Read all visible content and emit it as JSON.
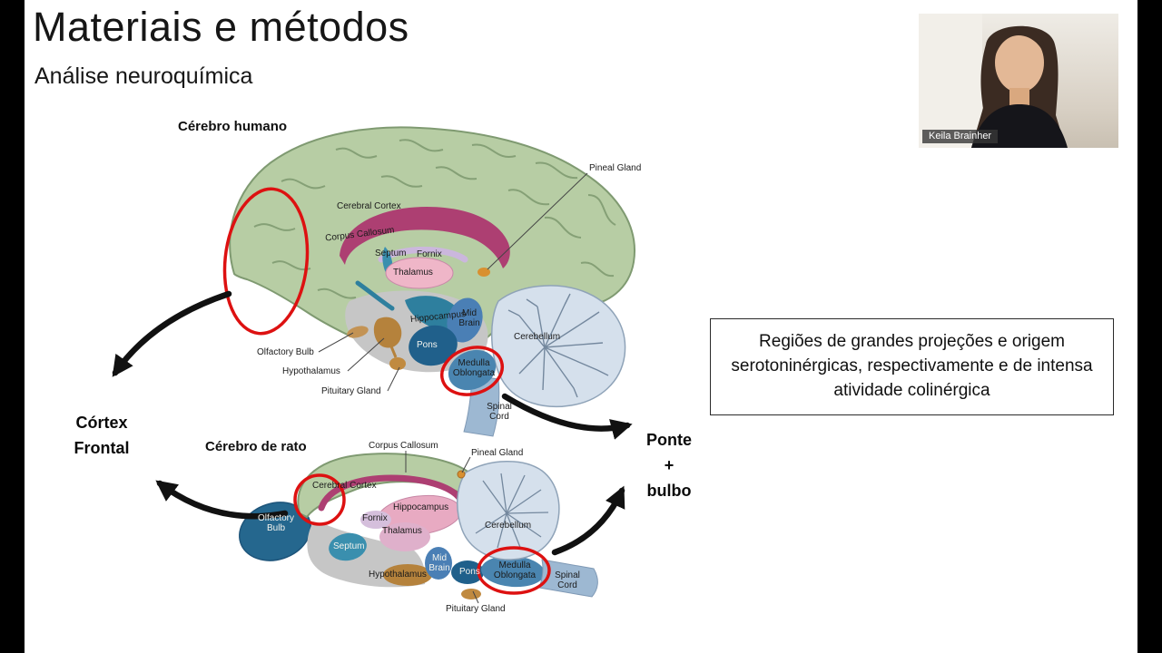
{
  "slide": {
    "title": "Materiais e métodos",
    "subtitle": "Análise neuroquímica"
  },
  "human_brain": {
    "heading": "Cérebro humano",
    "labels": {
      "cerebral_cortex": "Cerebral Cortex",
      "corpus_callosum": "Corpus Callosum",
      "septum": "Septum",
      "fornix": "Fornix",
      "thalamus": "Thalamus",
      "hippocampus": "Hippocampus",
      "mid_brain": "Mid Brain",
      "pons": "Pons",
      "medulla_oblongata": "Medulla Oblongata",
      "cerebellum": "Cerebellum",
      "spinal_cord": "Spinal Cord",
      "olfactory_bulb": "Olfactory Bulb",
      "hypothalamus": "Hypothalamus",
      "pituitary_gland": "Pituitary Gland",
      "pineal_gland": "Pineal Gland"
    }
  },
  "rat_brain": {
    "heading": "Cérebro de rato",
    "labels": {
      "corpus_callosum": "Corpus Callosum",
      "pineal_gland": "Pineal Gland",
      "cerebral_cortex": "Cerebral Cortex",
      "hippocampus": "Hippocampus",
      "fornix": "Fornix",
      "thalamus": "Thalamus",
      "septum": "Septum",
      "olfactory_bulb": "Olfactory Bulb",
      "hypothalamus": "Hypothalamus",
      "mid_brain": "Mid Brain",
      "pons": "Pons",
      "medulla_oblongata": "Medulla Oblongata",
      "cerebellum": "Cerebellum",
      "spinal_cord": "Spinal Cord",
      "pituitary_gland": "Pituitary Gland"
    }
  },
  "callouts": {
    "left_line1": "Córtex",
    "left_line2": "Frontal",
    "right_line1": "Ponte",
    "right_line2": "+",
    "right_line3": "bulbo",
    "note": "Regiões de grandes projeções e origem serotoninérgicas, respectivamente e de intensa atividade colinérgica"
  },
  "webcam": {
    "name_tag": "Keila Brainher"
  },
  "colors": {
    "accent_red": "#dd1111",
    "arrow_black": "#111111",
    "cortex_green": "#b7cda4",
    "corpus_callosum_magenta": "#ad3f72",
    "brainstem_blue": "#4a85b0",
    "cerebellum_blue": "#d5e0ec",
    "gland_tan": "#b5823c"
  }
}
